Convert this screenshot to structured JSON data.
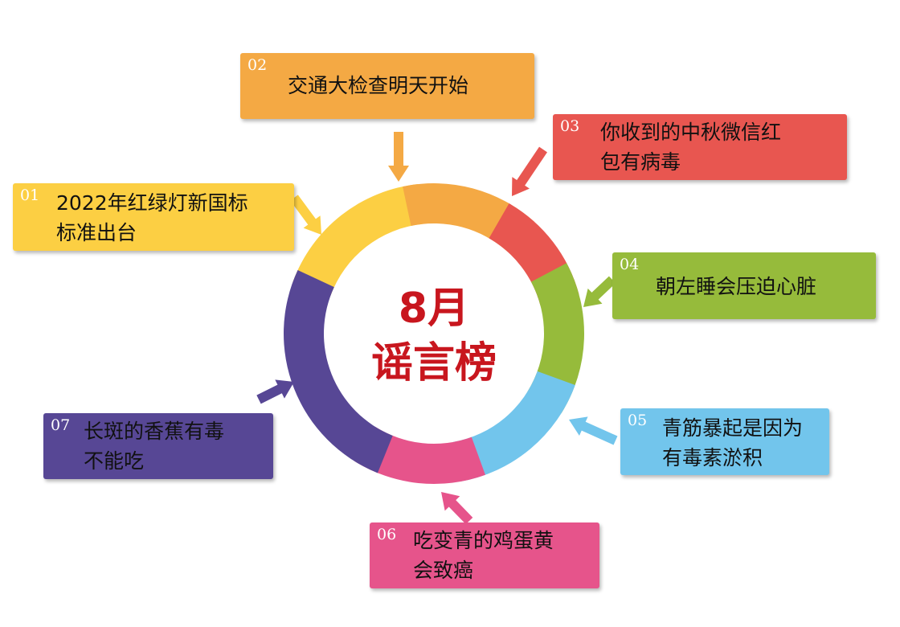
{
  "center": {
    "month": "8月",
    "title": "谣言榜"
  },
  "colors": {
    "orange": "#f4a944",
    "red": "#e85650",
    "green": "#96bb3b",
    "blue": "#72c5ec",
    "pink": "#e6548b",
    "purple": "#574795",
    "yellow": "#fccf43"
  },
  "items": [
    {
      "num": "01",
      "lines": [
        "2022年红绿灯新国标",
        "标准出台"
      ],
      "color": "#fccf43"
    },
    {
      "num": "02",
      "lines": [
        "交通大检查明天开始"
      ],
      "color": "#f4a944"
    },
    {
      "num": "03",
      "lines": [
        "你收到的中秋微信红",
        "包有病毒"
      ],
      "color": "#e85650"
    },
    {
      "num": "04",
      "lines": [
        "朝左睡会压迫心脏"
      ],
      "color": "#96bb3b"
    },
    {
      "num": "05",
      "lines": [
        "青筋暴起是因为",
        "有毒素淤积"
      ],
      "color": "#72c5ec"
    },
    {
      "num": "06",
      "lines": [
        "吃变青的鸡蛋黄",
        "会致癌"
      ],
      "color": "#e6548b"
    },
    {
      "num": "07",
      "lines": [
        "长斑的香蕉有毒",
        "不能吃"
      ],
      "color": "#574795"
    }
  ]
}
